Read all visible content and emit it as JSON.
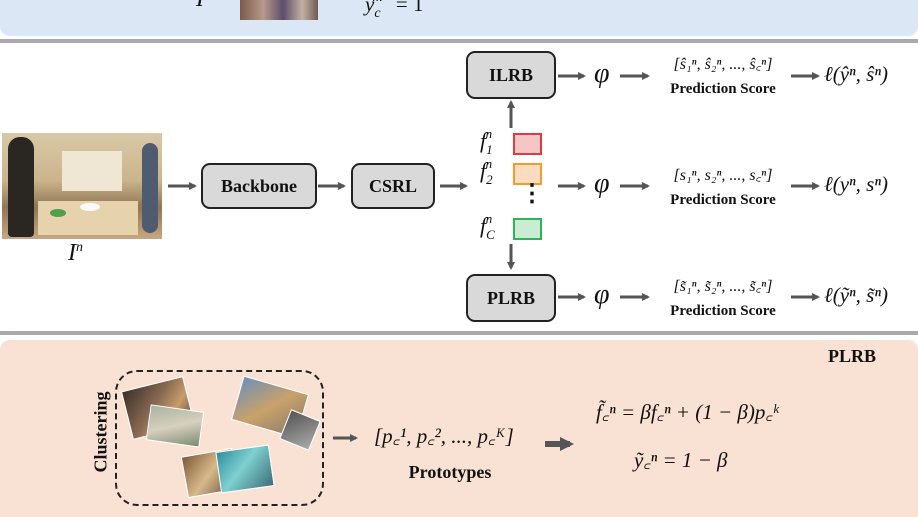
{
  "top_panel": {
    "symbol": "I",
    "label_main": "y",
    "label_sub": "c",
    "label_sup": "m",
    "label_rhs": "= 1"
  },
  "main": {
    "input_symbol": "I",
    "input_sup": "n",
    "backbone_label": "Backbone",
    "csrl_label": "CSRL",
    "ilrb_label": "ILRB",
    "plrb_label": "PLRB",
    "phi": "φ",
    "features": {
      "f1_main": "f",
      "f1_sub": "1",
      "f1_sup": "n",
      "f2_main": "f",
      "f2_sub": "2",
      "f2_sup": "n",
      "fc_main": "f",
      "fc_sub": "C",
      "fc_sup": "n",
      "dots": "⋮"
    },
    "rows": [
      {
        "score_vec": "[ŝ₁ⁿ, ŝ₂ⁿ, ..., ŝ꜀ⁿ]",
        "score_label": "Prediction Score",
        "loss": "ℓ(ŷⁿ, ŝⁿ)"
      },
      {
        "score_vec": "[s₁ⁿ, s₂ⁿ, ..., s꜀ⁿ]",
        "score_label": "Prediction Score",
        "loss": "ℓ(yⁿ, sⁿ)"
      },
      {
        "score_vec": "[s̃₁ⁿ, s̃₂ⁿ, ..., s̃꜀ⁿ]",
        "score_label": "Prediction Score",
        "loss": "ℓ(ỹⁿ, s̃ⁿ)"
      }
    ]
  },
  "plrb_panel": {
    "title": "PLRB",
    "clustering_label": "Clustering",
    "prototypes_vec": "[p꜀¹, p꜀², ..., p꜀ᴷ]",
    "prototypes_label": "Prototypes",
    "eq1": "f̃꜀ⁿ = βf꜀ⁿ + (1 − β)p꜀ᵏ",
    "eq2": "ỹ꜀ⁿ = 1 − β"
  },
  "colors": {
    "top_panel_bg": "#dbe7f5",
    "bottom_panel_bg": "#f9e1d3",
    "box_fill": "#d9d9d9",
    "feature_red": "#e23b3b",
    "feature_orange": "#f59a2c",
    "feature_green": "#2eb35a"
  }
}
